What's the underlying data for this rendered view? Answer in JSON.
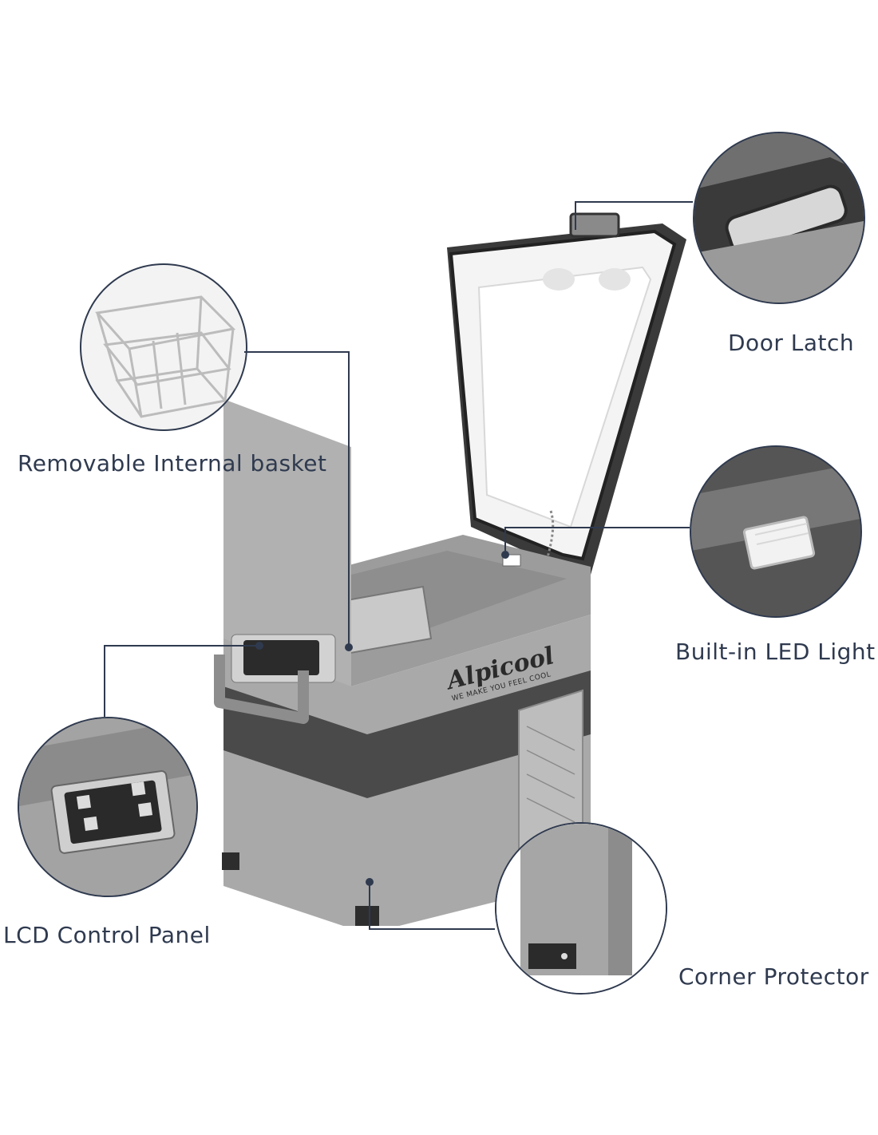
{
  "callouts": {
    "door_latch": "Door Latch",
    "basket": "Removable Internal basket",
    "led_light": "Built-in LED Light",
    "control_panel": "LCD Control Panel",
    "corner": "Corner Protector"
  },
  "product": {
    "brand": "Alpicool",
    "tagline": "WE MAKE YOU FEEL COOL"
  },
  "colors": {
    "accent": "#2f3a4f",
    "body_gray": "#a7a7a7",
    "band_dark": "#4a4a4a"
  }
}
